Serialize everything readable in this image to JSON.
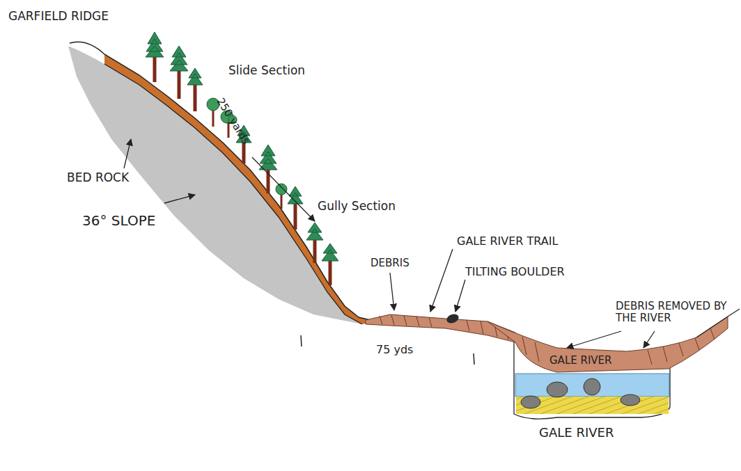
{
  "diagram": {
    "labels": [
      "GARFIELD RIDGE",
      "Slide Section",
      "250 yards",
      "BED ROCK",
      "36° SLOPE",
      "Gully Section",
      "DEBRIS",
      "GALE RIVER TRAIL",
      "TILTING BOULDER",
      "DEBRIS REMOVED BY THE RIVER",
      "75 yds",
      "GALE RIVER",
      "GALE RIVER"
    ]
  }
}
